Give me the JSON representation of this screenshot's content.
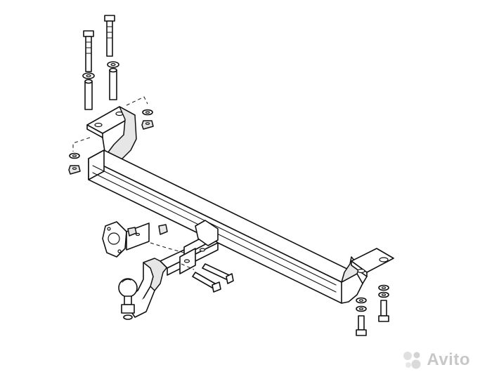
{
  "watermark": {
    "text": "Avito",
    "icon": "avito-dots-logo",
    "colors": [
      "#c8c8c8",
      "#b0b0b0",
      "#d5d5d5",
      "#bdbdbd"
    ]
  },
  "drawing": {
    "subject": "tow-bar-assembly",
    "line_color": "#111111",
    "background": "#ffffff"
  }
}
